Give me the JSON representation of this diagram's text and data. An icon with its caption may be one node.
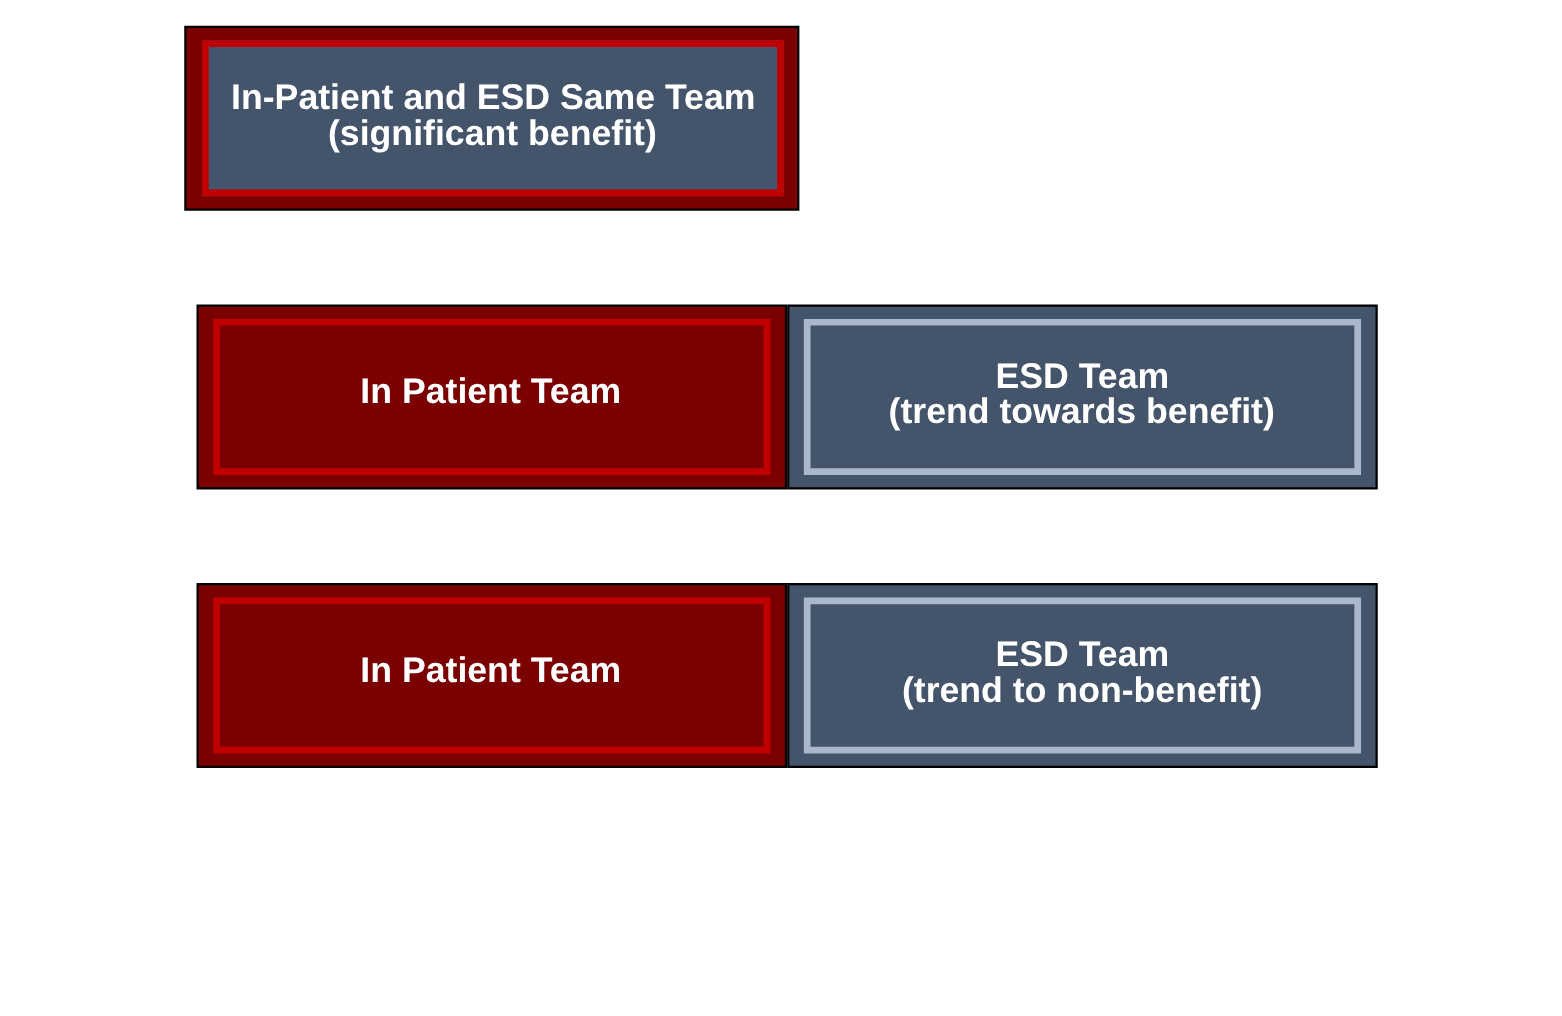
{
  "diagram": {
    "nodes": [
      {
        "text": [
          "In-Patient and ESD Same Team",
          "(significant benefit)"
        ]
      },
      {
        "text": [
          "In Patient Team"
        ]
      },
      {
        "text": [
          "ESD Team",
          "(trend towards benefit)"
        ]
      },
      {
        "text": [
          "In Patient Team"
        ]
      },
      {
        "text": [
          "ESD Team",
          "(trend to non-benefit)"
        ]
      }
    ]
  }
}
